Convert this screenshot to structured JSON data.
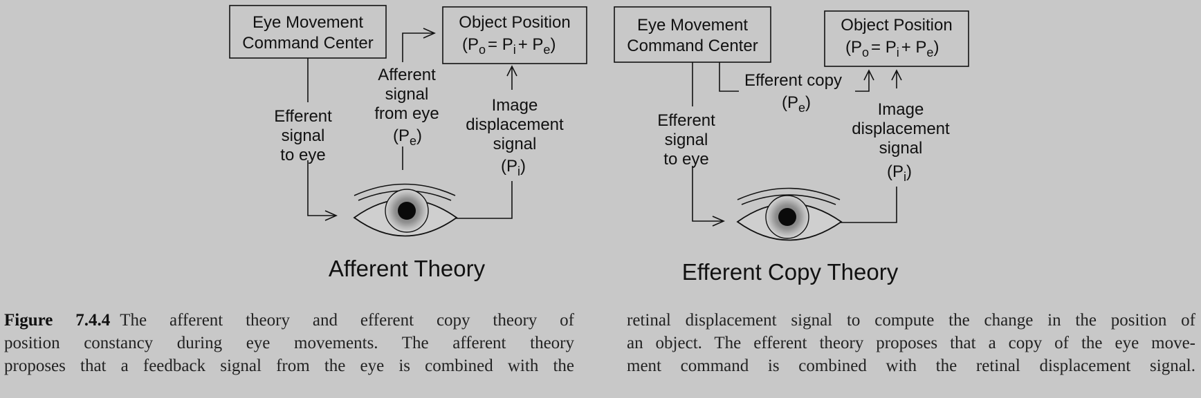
{
  "afferent": {
    "command_box": [
      "Eye Movement",
      "Command Center"
    ],
    "object_box": [
      "Object Position",
      "(P",
      "o",
      "= P",
      "i",
      "+ P",
      "e",
      ")"
    ],
    "efferent_signal": [
      "Efferent",
      "signal",
      "to eye"
    ],
    "afferent_signal": [
      "Afferent",
      "signal",
      "from eye",
      "(P",
      "e",
      ")"
    ],
    "image_signal": [
      "Image",
      "displacement",
      "signal",
      "(P",
      "i",
      ")"
    ],
    "title": "Afferent Theory"
  },
  "efferent_copy": {
    "command_box": [
      "Eye Movement",
      "Command Center"
    ],
    "object_box": [
      "Object Position",
      "(P",
      "o",
      "= P",
      "i",
      "+ P",
      "e",
      ")"
    ],
    "efferent_copy_label": [
      "Efferent copy",
      "(P",
      "e",
      ")"
    ],
    "efferent_signal": [
      "Efferent",
      "signal",
      "to eye"
    ],
    "image_signal": [
      "Image",
      "displacement",
      "signal",
      "(P",
      "i",
      ")"
    ],
    "title": "Efferent Copy Theory"
  },
  "caption": {
    "figure_label": "Figure 7.4.4",
    "left_lines": [
      "The afferent theory and efferent copy theory of",
      "position constancy during eye movements. The afferent theory",
      "proposes that a feedback signal from the eye is combined with the"
    ],
    "right_lines": [
      "retinal displacement signal to compute the change in the position of",
      "an object. The efferent theory proposes that a copy of the eye move-",
      "ment command is combined with the retinal displacement signal."
    ]
  },
  "colors": {
    "background": "#c8c8c8",
    "ink": "#111111",
    "iris": "#8f8f8f",
    "iris_ring": "#b8b8b8"
  }
}
